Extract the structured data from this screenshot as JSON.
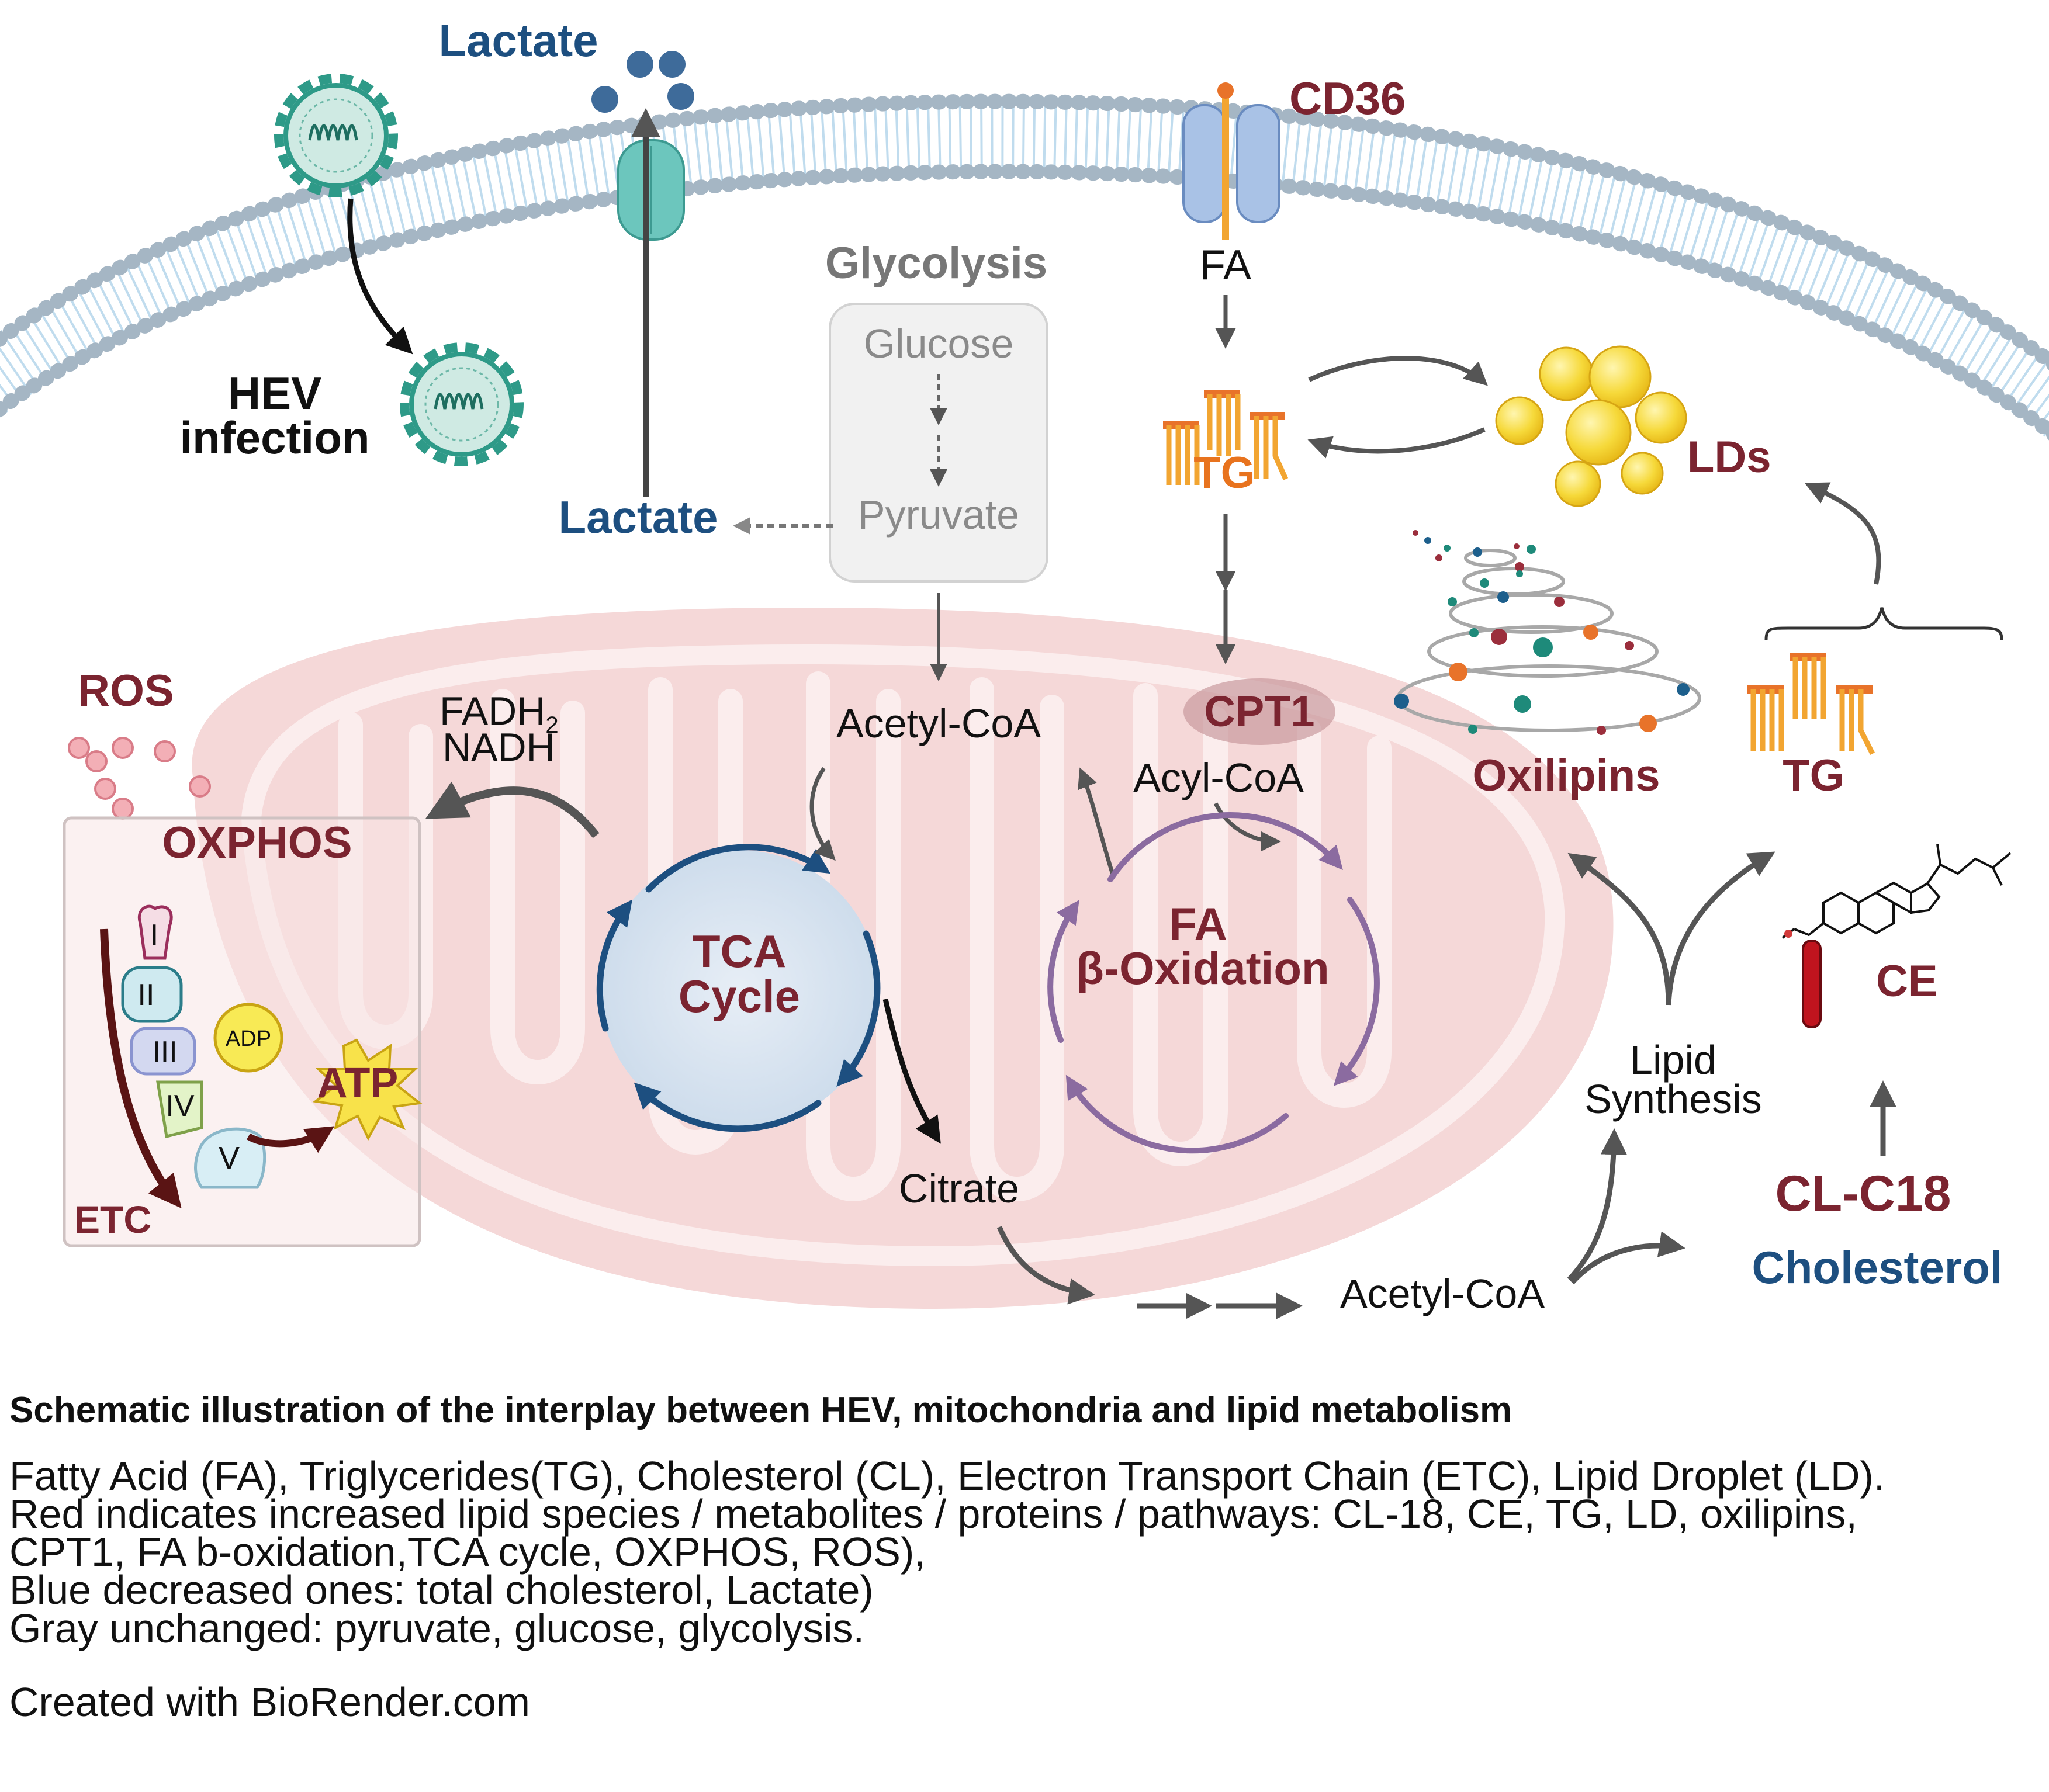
{
  "colors": {
    "red": "#7B2430",
    "blue": "#1D4F80",
    "gray": "#8A8A8A",
    "mito_fill": "#F5D8D8",
    "orange": "#F2A531",
    "lipid": "#F8E04A",
    "virus": "#2E9A88",
    "purple": "#8B6BA0"
  },
  "labels": {
    "lactate_out": "Lactate",
    "cd36": "CD36",
    "hev_line1": "HEV",
    "hev_line2": "infection",
    "glycolysis": "Glycolysis",
    "glucose": "Glucose",
    "pyruvate": "Pyruvate",
    "lactate_in": "Lactate",
    "fa": "FA",
    "tg_top": "TG",
    "lds": "LDs",
    "ros": "ROS",
    "fadh2": "FADH",
    "fadh2_sub": "2",
    "nadh": "NADH",
    "acetyl_coa_top": "Acetyl-CoA",
    "cpt1": "CPT1",
    "acyl_coa": "Acyl-CoA",
    "oxilipins": "Oxilipins",
    "tg_right": "TG",
    "oxphos": "OXPHOS",
    "complex_i": "I",
    "complex_ii": "II",
    "complex_iii": "III",
    "complex_iv": "IV",
    "complex_v": "V",
    "adp": "ADP",
    "atp": "ATP",
    "etc": "ETC",
    "tca_line1": "TCA",
    "tca_line2": "Cycle",
    "fa_ox_line1": "FA",
    "fa_ox_line2": "β-Oxidation",
    "lipid_line1": "Lipid",
    "lipid_line2": "Synthesis",
    "ce": "CE",
    "citrate": "Citrate",
    "cl_c18": "CL-C18",
    "cholesterol": "Cholesterol",
    "acetyl_coa_bottom": "Acetyl-CoA"
  },
  "caption": {
    "title": "Schematic illustration of the interplay between HEV, mitochondria and lipid metabolism",
    "lines": [
      "Fatty Acid (FA), Triglycerides(TG), Cholesterol (CL), Electron Transport Chain (ETC), Lipid Droplet (LD).",
      "Red indicates increased lipid species / metabolites / proteins / pathways: CL-18, CE, TG, LD, oxilipins,",
      "CPT1, FA b-oxidation,TCA cycle, OXPHOS, ROS),",
      "Blue decreased ones: total cholesterol, Lactate)",
      "Gray unchanged: pyruvate, glucose, glycolysis."
    ],
    "credit": "Created with BioRender.com"
  }
}
